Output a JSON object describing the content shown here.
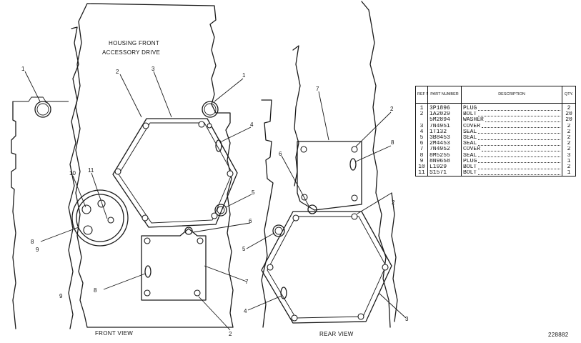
{
  "diagram": {
    "title_line1": "HOUSING FRONT",
    "title_line2": "ACCESSORY DRIVE",
    "front_view_label": "FRONT VIEW",
    "rear_view_label": "REAR VIEW",
    "drawing_number": "228882"
  },
  "callouts": {
    "f1a": "1",
    "f1b": "1",
    "f2a": "2",
    "f3": "3",
    "f4": "4",
    "f5": "5",
    "f6": "6",
    "f7": "7",
    "f8": "8",
    "f2b": "2",
    "f10": "10",
    "f11": "11",
    "f8b": "8",
    "f9a": "9",
    "f9b": "9",
    "r7": "7",
    "r2a": "2",
    "r8": "8",
    "r6": "6",
    "r2b": "2",
    "r5": "5",
    "r4": "4",
    "r3": "3"
  },
  "parts_table": {
    "headers": {
      "no": "REF NO.",
      "part_number": "PART NUMBER",
      "description": "DESCRIPTION",
      "qty": "QTY."
    },
    "rows": [
      {
        "no": "1",
        "part_number": "3P1896",
        "description": "PLUG",
        "qty": "2"
      },
      {
        "no": "2",
        "part_number": "1A2029",
        "description": "BOLT",
        "qty": "20"
      },
      {
        "no": "",
        "part_number": "5M2894",
        "description": "WASHER",
        "qty": "20"
      },
      {
        "no": "3",
        "part_number": "7N4951",
        "description": "COVER",
        "qty": "2"
      },
      {
        "no": "4",
        "part_number": "1T132",
        "description": "SEAL",
        "qty": "2"
      },
      {
        "no": "5",
        "part_number": "3B8453",
        "description": "SEAL",
        "qty": "2"
      },
      {
        "no": "6",
        "part_number": "2M4453",
        "description": "SEAL",
        "qty": "2"
      },
      {
        "no": "7",
        "part_number": "7N4952",
        "description": "COVER",
        "qty": "2"
      },
      {
        "no": "8",
        "part_number": "8M5255",
        "description": "SEAL",
        "qty": "3"
      },
      {
        "no": "9",
        "part_number": "8N9658",
        "description": "PLUG",
        "qty": "1"
      },
      {
        "no": "10",
        "part_number": "L1929",
        "description": "BOLT",
        "qty": "2"
      },
      {
        "no": "11",
        "part_number": "S1571",
        "description": "BOLT",
        "qty": "1"
      }
    ]
  }
}
